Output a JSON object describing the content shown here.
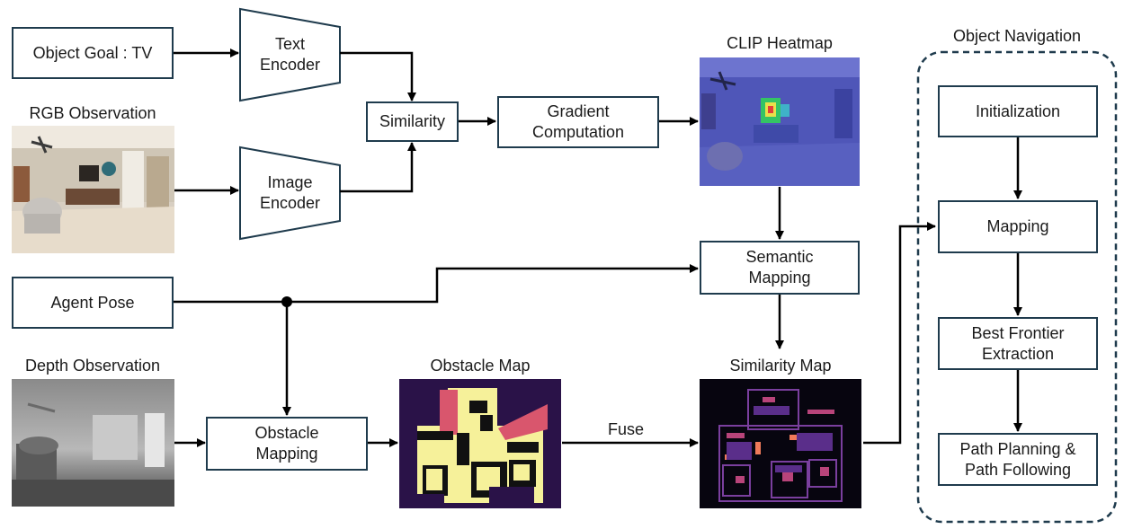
{
  "inputs": {
    "object_goal": "Object Goal : TV",
    "rgb_caption": "RGB Observation",
    "agent_pose": "Agent Pose",
    "depth_caption": "Depth Observation"
  },
  "encoders": {
    "text": "Text\nEncoder",
    "image": "Image\nEncoder"
  },
  "processing": {
    "similarity": "Similarity",
    "gradient": "Gradient\nComputation",
    "clip_caption": "CLIP Heatmap",
    "semantic_mapping": "Semantic\nMapping",
    "obstacle_mapping": "Obstacle\nMapping",
    "obstacle_map_caption": "Obstacle Map",
    "similarity_map_caption": "Similarity Map",
    "fuse_label": "Fuse"
  },
  "navigation": {
    "title": "Object Navigation",
    "steps": [
      "Initialization",
      "Mapping",
      "Best Frontier\nExtraction",
      "Path Planning &\nPath Following"
    ]
  },
  "colors": {
    "box_border": "#1f3b4d",
    "arrow": "#000000",
    "dashed_border": "#1f3b4d"
  }
}
